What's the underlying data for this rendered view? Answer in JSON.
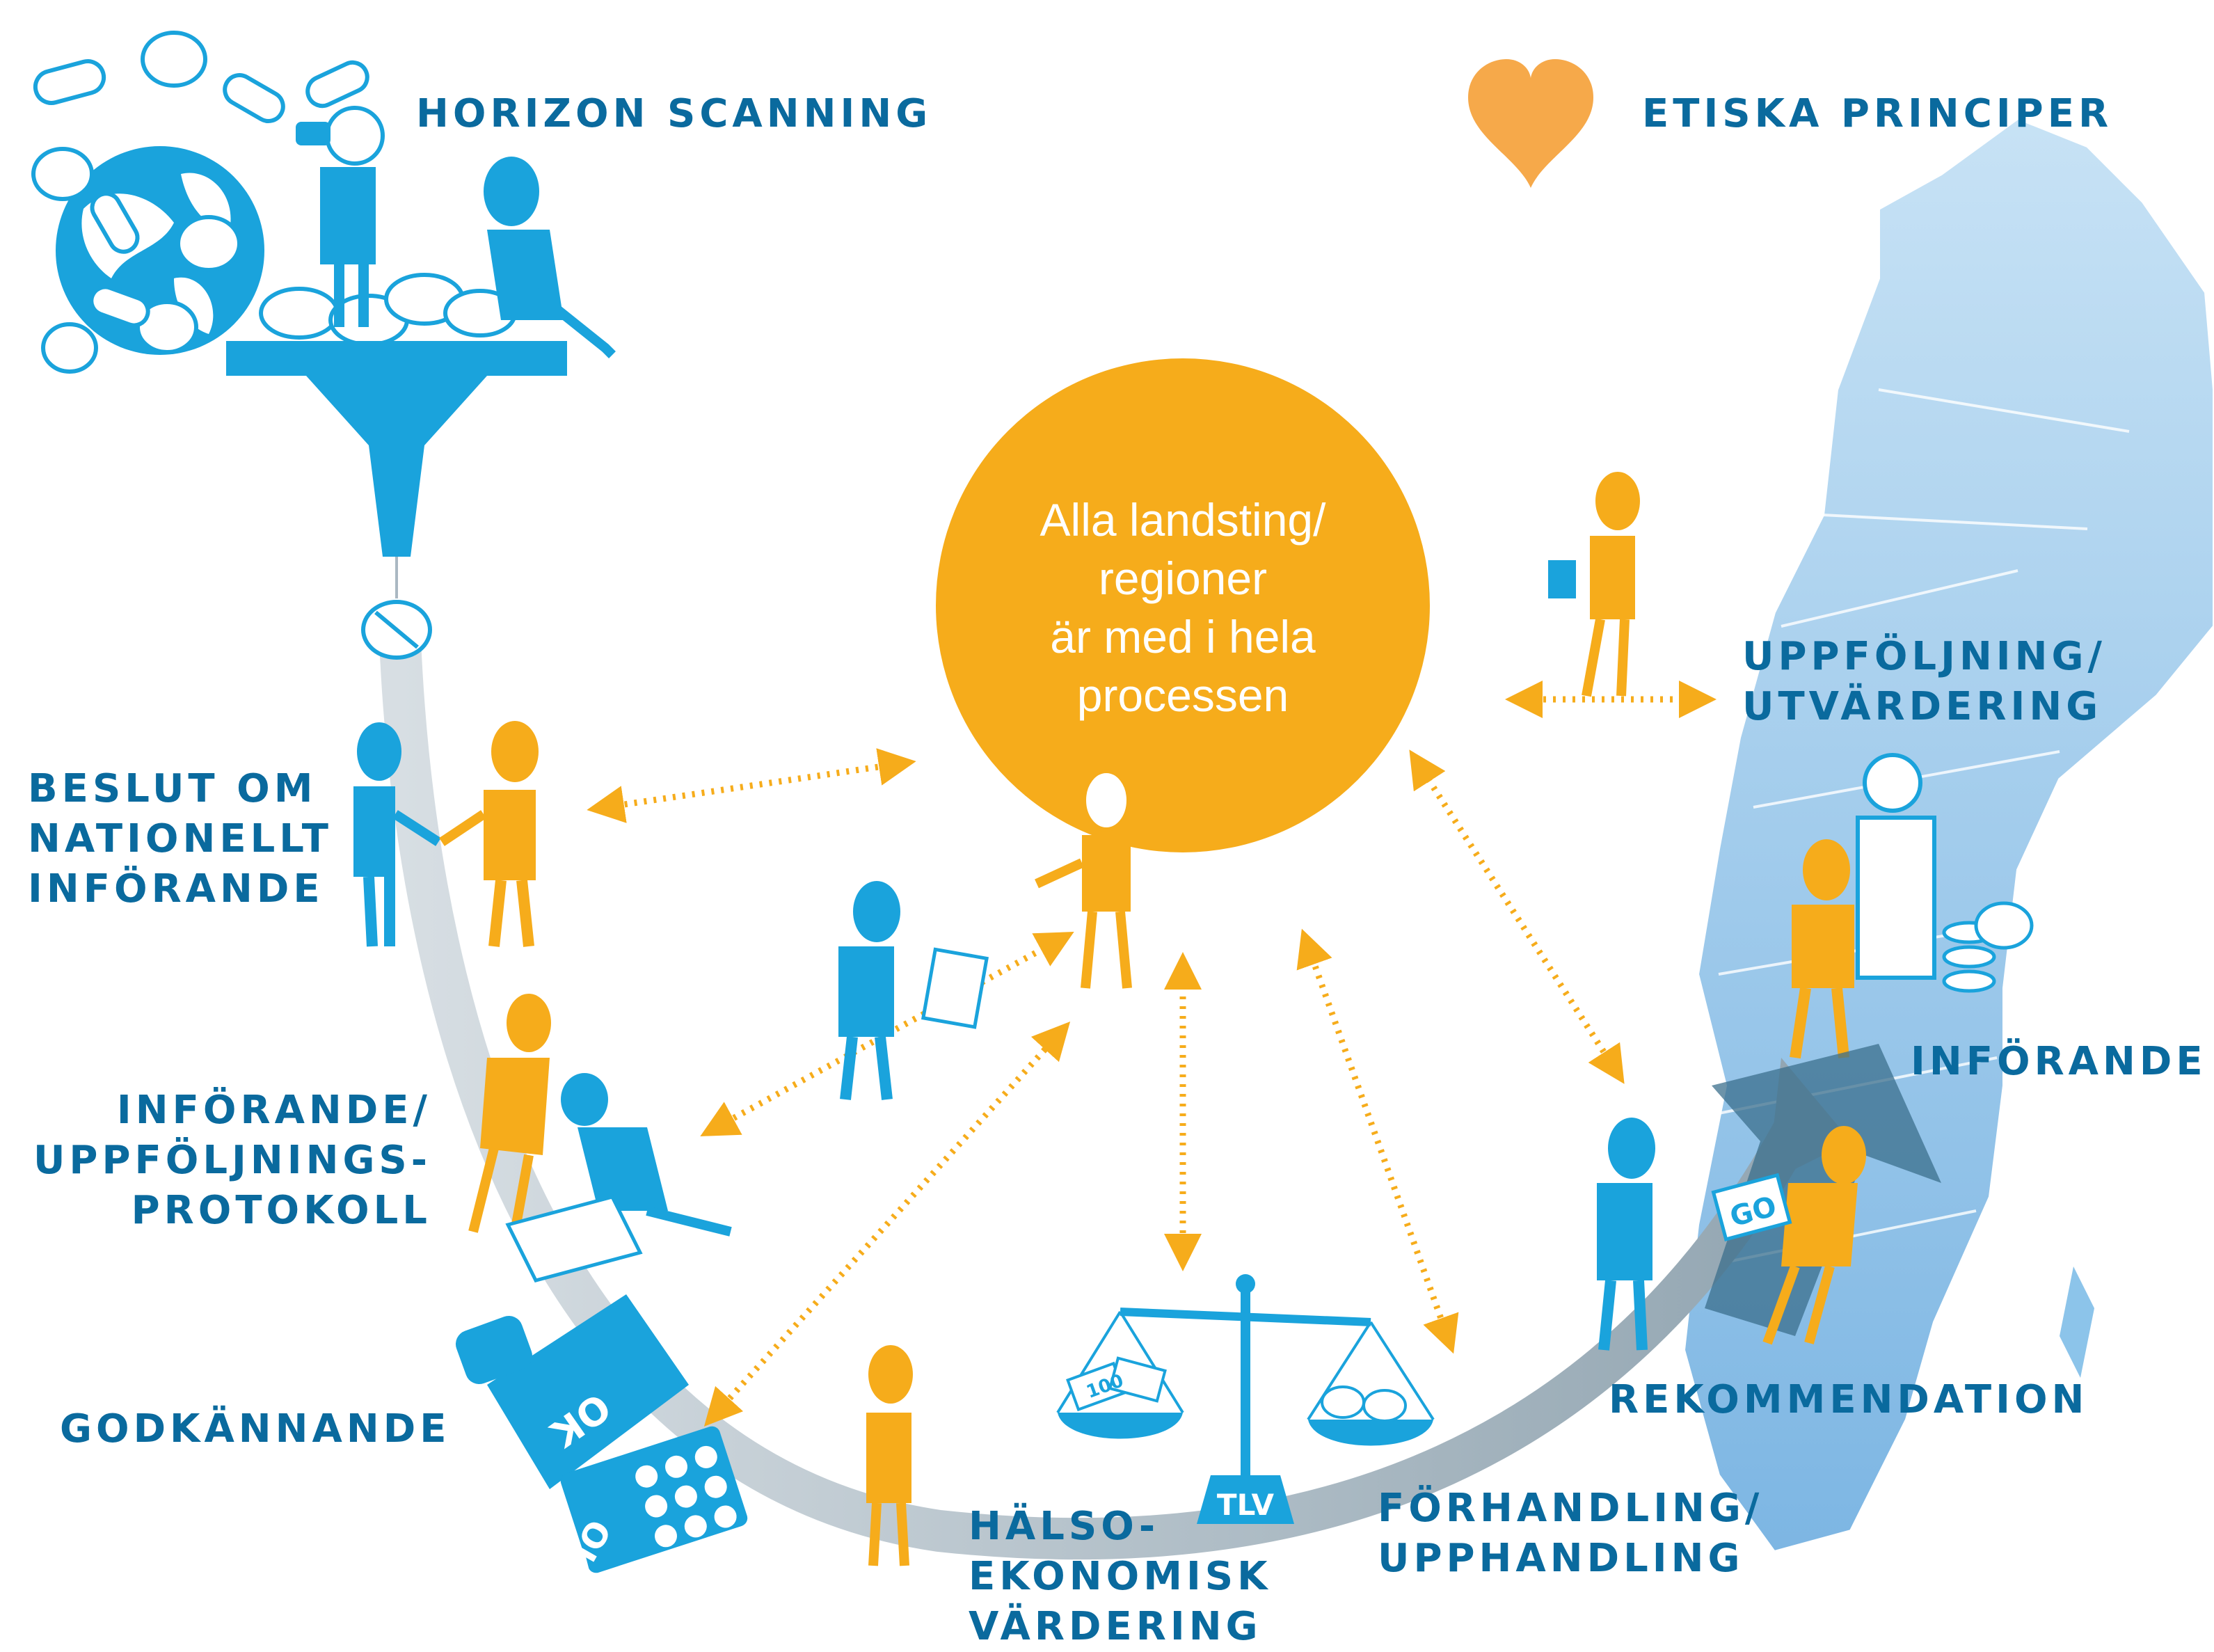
{
  "colors": {
    "blue": "#1aa3dc",
    "dark_blue": "#0a6a9e",
    "orange": "#f6ac1b",
    "heart": "#f6a94a",
    "map_light": "#8cc4ea",
    "arc": "#aab8c2"
  },
  "center": {
    "lines": [
      "Alla landsting/",
      "regioner",
      "är med i hela",
      "processen"
    ]
  },
  "labels": {
    "horizon": "HORIZON SCANNING",
    "etiska": "ETISKA PRINCIPER",
    "beslut": [
      "BESLUT OM",
      "NATIONELLT",
      "INFÖRANDE"
    ],
    "protokoll": [
      "INFÖRANDE/",
      "UPPFÖLJNINGS-",
      "PROTOKOLL"
    ],
    "godkannande": "GODKÄNNANDE",
    "halso": [
      "HÄLSO-",
      "EKONOMISK",
      "VÄRDERING"
    ],
    "forhandling": [
      "FÖRHANDLING/",
      "UPPHANDLING"
    ],
    "rekommendation": "REKOMMENDATION",
    "inforande": "INFÖRANDE",
    "uppfoljning": [
      "UPPFÖLJNING/",
      "UTVÄRDERING"
    ]
  },
  "badges": {
    "tlv": "TLV",
    "go": "GO",
    "ok_box": "OK",
    "ok_pack": "OK",
    "bill": "100"
  },
  "icons": [
    "globe-icon",
    "funnel-icon",
    "pill-icon",
    "heart-icon",
    "sweden-map-icon",
    "scale-icon",
    "medicine-box-icon",
    "blister-pack-icon",
    "person-icon"
  ]
}
